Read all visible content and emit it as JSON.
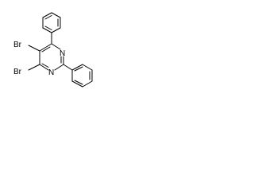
{
  "molecule": {
    "atoms": {
      "bromine_upper": "Br",
      "bromine_lower": "Br",
      "nitrogen_right": "N",
      "nitrogen_bottom": "N"
    }
  },
  "colors": {
    "bond": "#000000",
    "label": "#000000",
    "background": "#ffffff"
  }
}
